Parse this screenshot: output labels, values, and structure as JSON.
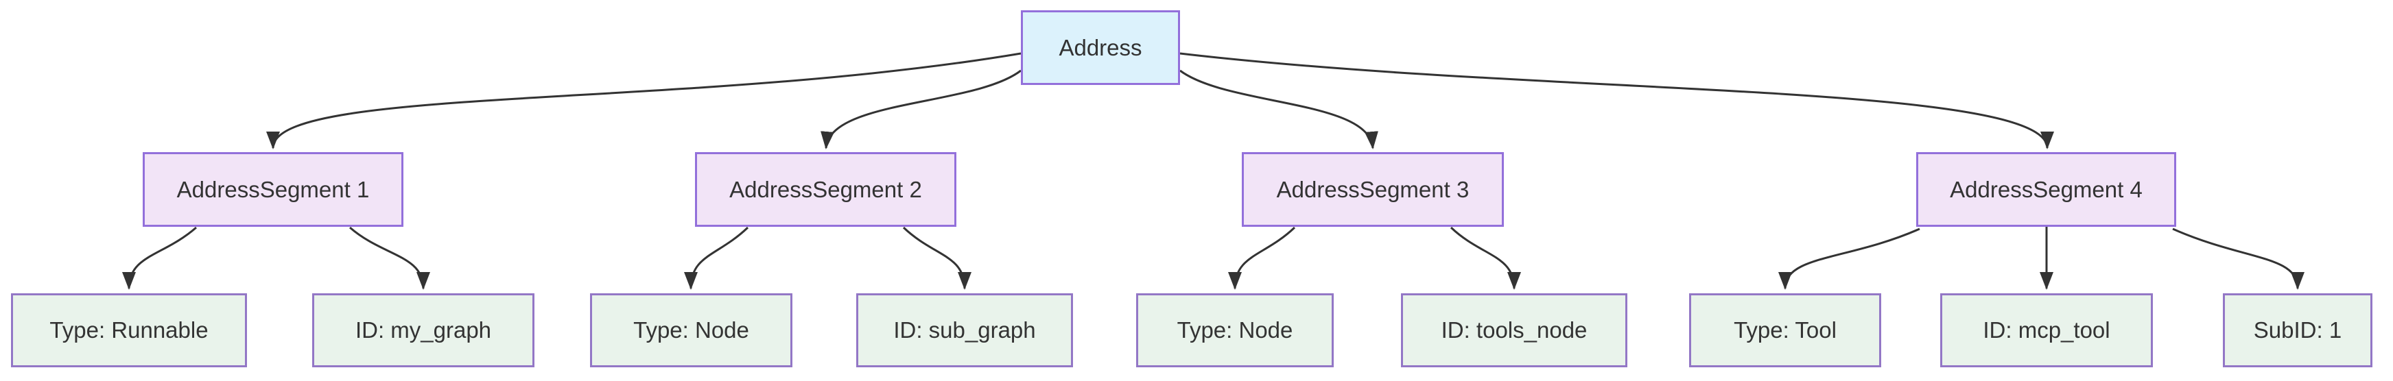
{
  "diagram": {
    "type": "tree-flowchart",
    "colors": {
      "background": "#ffffff",
      "root_fill": "#dcf2fc",
      "segment_fill": "#f2e4f7",
      "leaf_fill": "#e9f3eb",
      "node_border": "#9370db",
      "edge_stroke": "#333333",
      "text": "#333333"
    },
    "nodes": {
      "root": {
        "label": "Address"
      },
      "segments": [
        {
          "label": "AddressSegment 1"
        },
        {
          "label": "AddressSegment 2"
        },
        {
          "label": "AddressSegment 3"
        },
        {
          "label": "AddressSegment 4"
        }
      ],
      "leaves": [
        {
          "label": "Type: Runnable"
        },
        {
          "label": "ID: my_graph"
        },
        {
          "label": "Type: Node"
        },
        {
          "label": "ID: sub_graph"
        },
        {
          "label": "Type: Node"
        },
        {
          "label": "ID: tools_node"
        },
        {
          "label": "Type: Tool"
        },
        {
          "label": "ID: mcp_tool"
        },
        {
          "label": "SubID: 1"
        }
      ]
    },
    "edges": [
      {
        "from": "Address",
        "to": "AddressSegment 1"
      },
      {
        "from": "Address",
        "to": "AddressSegment 2"
      },
      {
        "from": "Address",
        "to": "AddressSegment 3"
      },
      {
        "from": "Address",
        "to": "AddressSegment 4"
      },
      {
        "from": "AddressSegment 1",
        "to": "Type: Runnable"
      },
      {
        "from": "AddressSegment 1",
        "to": "ID: my_graph"
      },
      {
        "from": "AddressSegment 2",
        "to": "Type: Node"
      },
      {
        "from": "AddressSegment 2",
        "to": "ID: sub_graph"
      },
      {
        "from": "AddressSegment 3",
        "to": "Type: Node"
      },
      {
        "from": "AddressSegment 3",
        "to": "ID: tools_node"
      },
      {
        "from": "AddressSegment 4",
        "to": "Type: Tool"
      },
      {
        "from": "AddressSegment 4",
        "to": "ID: mcp_tool"
      },
      {
        "from": "AddressSegment 4",
        "to": "SubID: 1"
      }
    ]
  }
}
